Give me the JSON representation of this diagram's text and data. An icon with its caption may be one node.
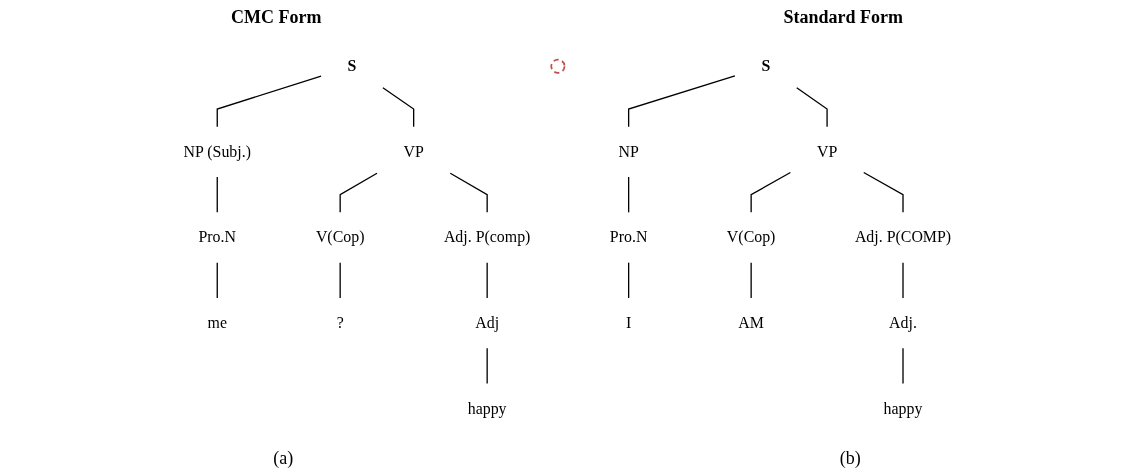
{
  "diagram": {
    "nodes": [
      {
        "text": [
          "S"
        ]
      },
      {
        "text": [
          "NP (Subj.)"
        ]
      },
      {
        "text": [
          "VP"
        ]
      },
      {
        "text": [
          "Pro.N"
        ]
      },
      {
        "text": [
          "V(Cop)"
        ]
      },
      {
        "text": [
          "Adj. P(comp)"
        ]
      },
      {
        "text": [],
        "shape": "ellipse"
      },
      {
        "text": [
          "Adj"
        ]
      },
      {
        "text": [
          "me"
        ]
      },
      {
        "text": [
          "?"
        ]
      },
      {
        "text": [
          "happy"
        ]
      },
      {
        "text": [
          "S"
        ]
      },
      {
        "text": [
          "NP"
        ]
      },
      {
        "text": [
          "VP"
        ]
      },
      {
        "text": [
          "Pro.N"
        ]
      },
      {
        "text": [
          "V(Cop)"
        ]
      },
      {
        "text": [
          "Adj. P(COMP)"
        ]
      },
      {
        "text": [
          "Adj."
        ]
      },
      {
        "text": [
          "I"
        ]
      },
      {
        "text": [
          "AM"
        ]
      },
      {
        "text": [
          "happy"
        ]
      }
    ],
    "edges": [
      {
        "from": 0,
        "to": 1,
        "arrow": "none"
      },
      {
        "from": 0,
        "to": 2,
        "arrow": "none"
      },
      {
        "from": 1,
        "to": 3,
        "arrow": "none"
      },
      {
        "from": 2,
        "to": 4,
        "arrow": "none"
      },
      {
        "from": 2,
        "to": 5,
        "arrow": "none"
      },
      {
        "from": 3,
        "to": 8,
        "arrow": "none"
      },
      {
        "from": 4,
        "to": 9,
        "arrow": "none"
      },
      {
        "from": 5,
        "to": 7,
        "arrow": "none"
      },
      {
        "from": 7,
        "to": 10,
        "arrow": "none"
      },
      {
        "from": 11,
        "to": 12,
        "arrow": "none"
      },
      {
        "from": 11,
        "to": 13,
        "arrow": "none"
      },
      {
        "from": 12,
        "to": 14,
        "arrow": "none"
      },
      {
        "from": 13,
        "to": 15,
        "arrow": "none"
      },
      {
        "from": 13,
        "to": 16,
        "arrow": "none"
      },
      {
        "from": 14,
        "to": 18,
        "arrow": "none"
      },
      {
        "from": 15,
        "to": 19,
        "arrow": "none"
      },
      {
        "from": 16,
        "to": 17,
        "arrow": "none"
      },
      {
        "from": 17,
        "to": 20,
        "arrow": "none"
      }
    ],
    "labels": [
      "CMC Form",
      "Standard Form",
      "(a)",
      "(b)"
    ]
  }
}
